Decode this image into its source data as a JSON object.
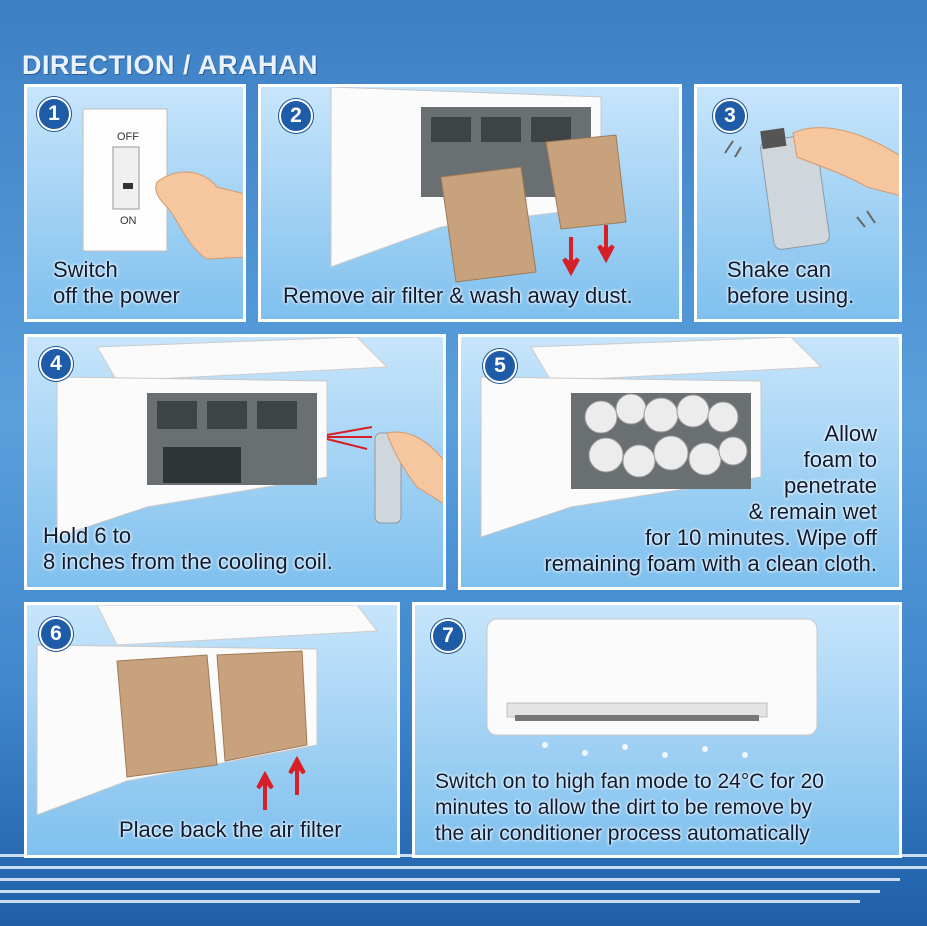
{
  "heading": "DIRECTION / ARAHAN",
  "steps": [
    {
      "number": "1",
      "caption_line1": "Switch",
      "caption_line2": "off the power",
      "switch_top": "OFF",
      "switch_bottom": "ON"
    },
    {
      "number": "2",
      "caption": "Remove air filter & wash away dust."
    },
    {
      "number": "3",
      "caption_line1": "Shake can",
      "caption_line2": "before using."
    },
    {
      "number": "4",
      "caption_line1": "Hold 6 to",
      "caption_line2": "8 inches from the cooling coil."
    },
    {
      "number": "5",
      "caption_lines": [
        "Allow",
        "foam to",
        "penetrate",
        "& remain wet",
        "for 10 minutes. Wipe off",
        "remaining foam with a clean cloth."
      ]
    },
    {
      "number": "6",
      "caption": "Place back the air filter"
    },
    {
      "number": "7",
      "caption_lines": [
        "Switch on to high fan mode to 24°C for 20",
        "minutes to allow the dirt to be remove by",
        "the air conditioner process automatically"
      ]
    }
  ],
  "colors": {
    "panel_border": "#ffffff",
    "number_badge": "#1f5ca8",
    "arrow": "#d61f26",
    "filter": "#c8a27c"
  }
}
